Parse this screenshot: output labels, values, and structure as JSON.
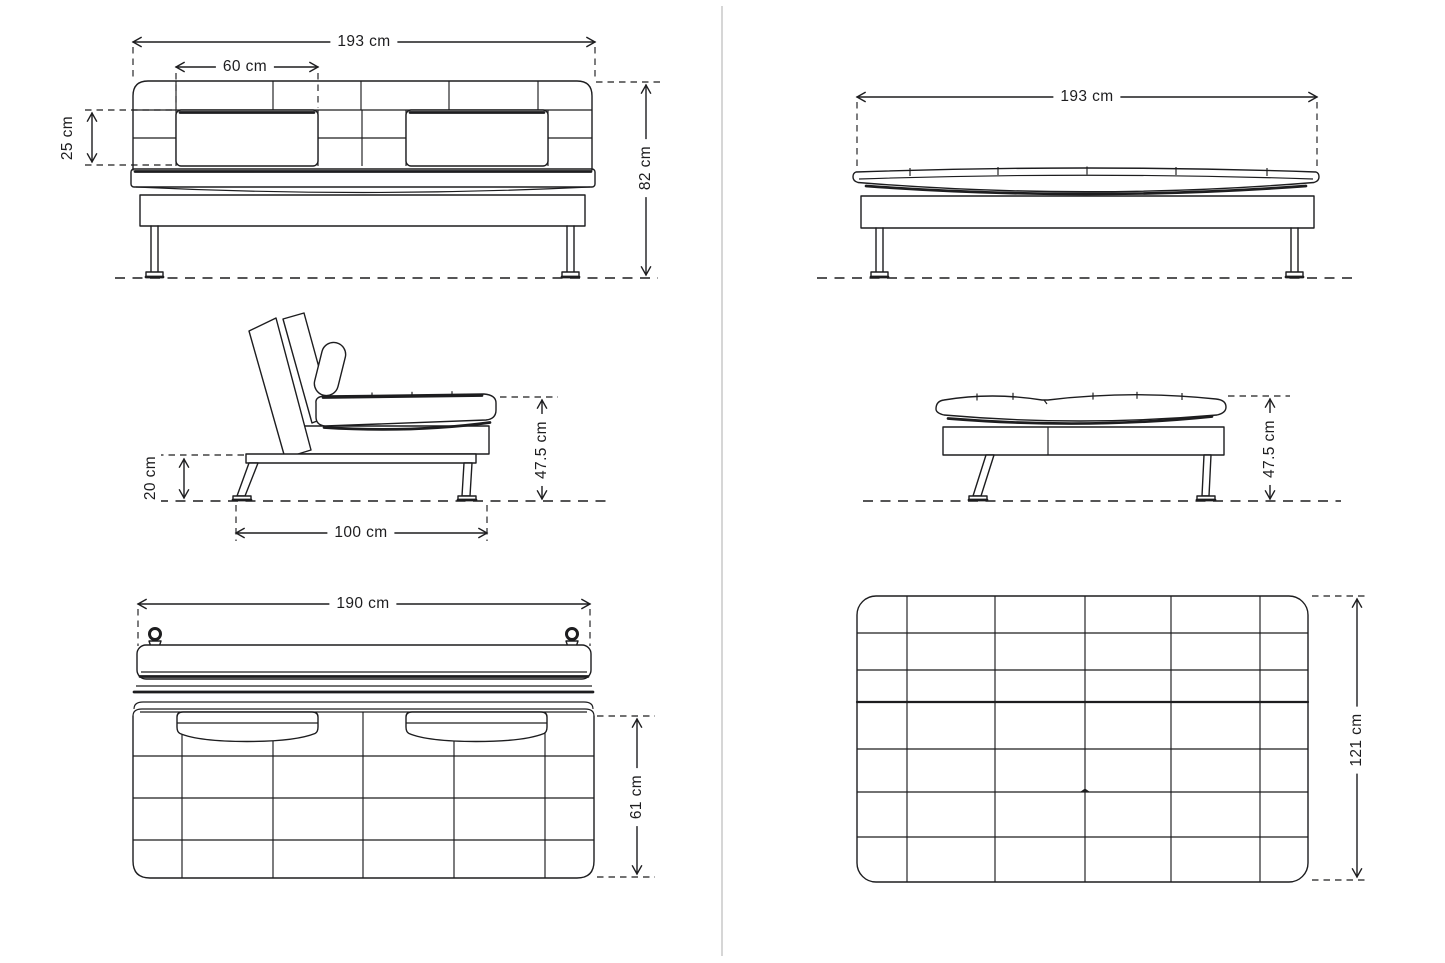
{
  "drawing": {
    "subject": "daybed technical drawing, six orthographic views",
    "unit": "cm",
    "background_color": "#ffffff",
    "line_color": "#1d1d1f",
    "divider_color": "#d6d6d6",
    "views": {
      "front_backrest_up": {
        "title": "front view, backrest raised",
        "dims": {
          "overall_width": "193 cm",
          "cushion_width": "60 cm",
          "cushion_height": "25 cm",
          "overall_height": "82 cm"
        }
      },
      "front_flat": {
        "title": "front view, flat",
        "dims": {
          "overall_width": "193 cm"
        }
      },
      "side_backrest_up": {
        "title": "side view, backrest raised",
        "dims": {
          "frame_height": "20 cm",
          "seat_height": "47.5 cm",
          "seat_depth": "100 cm"
        }
      },
      "side_flat": {
        "title": "side view, flat",
        "dims": {
          "seat_height": "47.5 cm"
        }
      },
      "top_backrest_up": {
        "title": "top view, backrest raised",
        "dims": {
          "overall_width": "190 cm",
          "seat_depth": "61 cm"
        }
      },
      "top_flat": {
        "title": "top view, flat",
        "dims": {
          "overall_depth": "121 cm"
        }
      }
    }
  }
}
